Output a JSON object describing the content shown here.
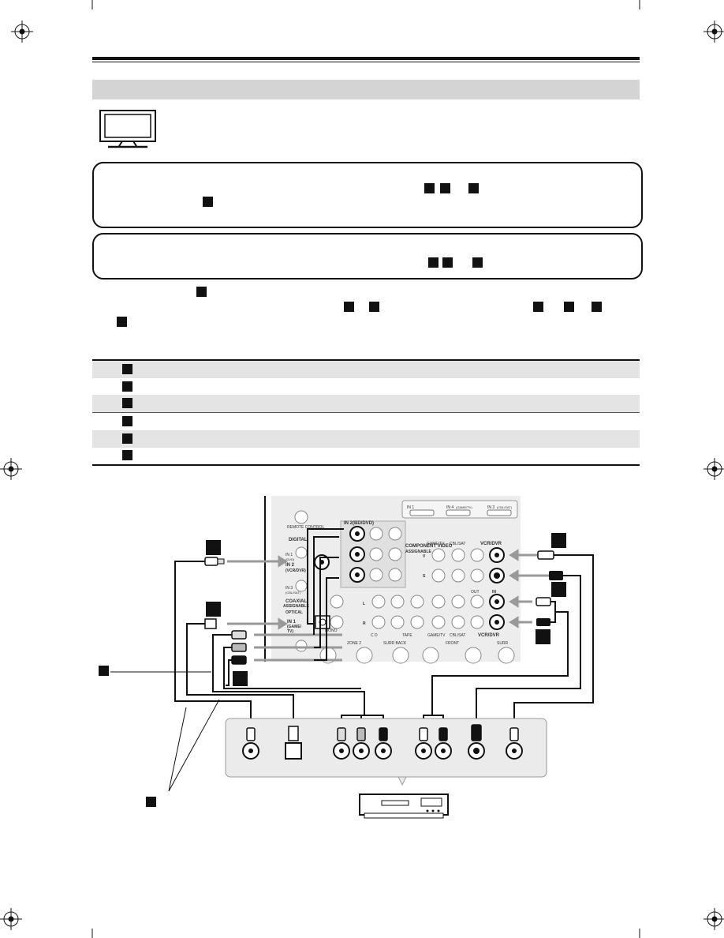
{
  "colors": {
    "text": "#111111",
    "bar": "#d4d4d4",
    "row_shade": "#e4e4e4",
    "panel": "#e8e8e8"
  },
  "panel_labels": {
    "remote_control": "REMOTE CONTROL",
    "digital": "DIGITAL",
    "in1": "IN 1",
    "in1_sub": "(DVD)",
    "in2": "IN 2",
    "in2_sub": "(VCR/DVR)",
    "in3": "IN 3",
    "in3_sub": "(CBL/SAT)",
    "coaxial": "COAXIAL",
    "assignable": "ASSIGNABLE",
    "optical": "OPTICAL",
    "in1_opt": "IN 1",
    "in1_opt_sub1": "(GAME/",
    "in1_opt_sub2": "TV)",
    "in_dvd": "IN 2(BD/DVD)",
    "component_video": "COMPONENT VIDEO",
    "component_assignable": "ASSIGNABLE",
    "game_tv": "GAME/TV",
    "cbl_sat": "CBL/SAT",
    "vcr_dvr_top": "VCR/DVR",
    "vcr_dvr_bottom": "VCR/DVR",
    "v": "V",
    "s": "S",
    "in_label": "IN",
    "out_label": "OUT",
    "l": "L",
    "r": "R",
    "cd": "C D",
    "tape": "TAPE",
    "game_tv_bottom": "GAME/TV",
    "cbl_sat_bottom": "CBL/SAT",
    "mono": "MONO",
    "zone2": "ZONE 2",
    "surr_back": "SURR BACK",
    "front": "FRONT",
    "surr": "SURR",
    "hdmi_in1": "IN 1",
    "hdmi_in4": "IN 4",
    "hdmi_in4_sub": "(GAME/TV)",
    "hdmi_in3": "IN 3",
    "hdmi_in3_sub": "(CBL/SAT)"
  }
}
